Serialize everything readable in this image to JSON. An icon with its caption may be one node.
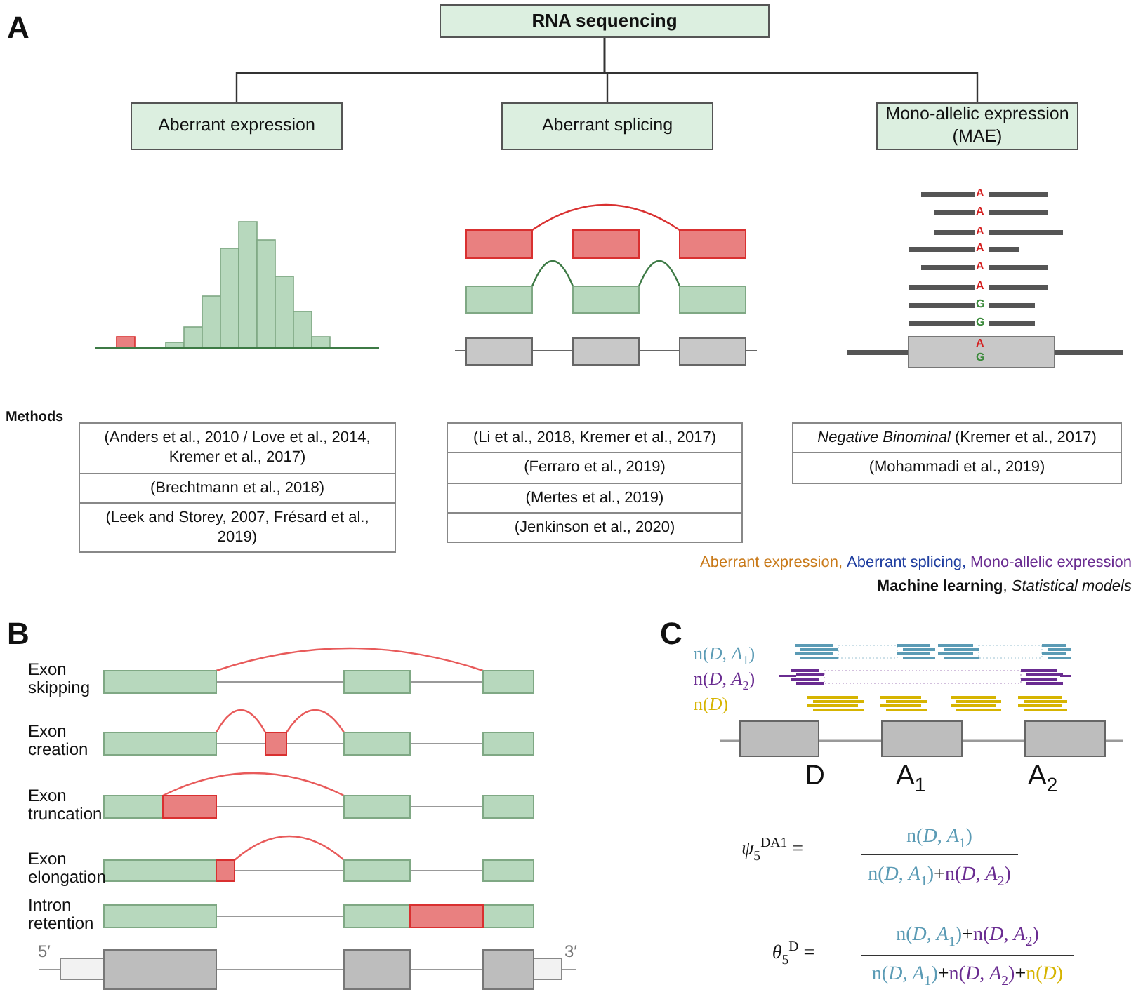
{
  "diagram": {
    "nodes": [
      {
        "text": [
          "RNA sequencing"
        ]
      },
      {
        "text": [
          "Aberrant expression"
        ]
      },
      {
        "text": [
          "Aberrant splicing"
        ]
      },
      {
        "text": [
          "Mono-allelic expression (MAE)"
        ]
      }
    ],
    "edges": [
      {
        "from": 0,
        "to": 1,
        "arrow": "none"
      },
      {
        "from": 0,
        "to": 2,
        "arrow": "none"
      },
      {
        "from": 0,
        "to": 3,
        "arrow": "none"
      }
    ],
    "labels": [
      "A",
      "A",
      "A",
      "A",
      "A",
      "A",
      "A",
      "G",
      "G",
      "A",
      "G",
      "Methods",
      "(Anders et al., 2010 / Love et al., 2014, Kremer et al., 2017)",
      "(Brechtmann et al., 2018)",
      "(Leek and Storey, 2007, Frésard et al., 2019)",
      "(Li et al., 2018, Kremer et al., 2017)",
      "(Ferraro et al., 2019)",
      "(Mertes et al., 2019)",
      "(Jenkinson et al., 2020)",
      "*Negative Binominal* (Kremer et al., 2017)",
      "(Mohammadi et al., 2019)",
      "**Machine learning**, *Statistical models*",
      "B",
      "Exon skipping",
      "Exon creation",
      "Exon truncation",
      "Exon elongation",
      "Intron retention",
      "5′",
      "3′",
      "C",
      "n(*D*, *A*$_{1}$)",
      "n(*D*, *A*$_{2}$)",
      "n(*D*)",
      "D",
      "A$_{1}$",
      "A$_{2}$",
      "*ψ*$_{5}$$^{DA1}$ =",
      "n(*D*, *A*$_{1}$)",
      "n(*D*, *A*$_{1}$)",
      "+",
      "n(*D*, *A*$_{2}$)",
      "*θ*$_{5}$$^{D}$ =",
      "n(*D*, *A*$_{1}$)",
      "+",
      "n(*D*, *A*$_{2}$)",
      "n(*D*, *A*$_{1}$)",
      "+",
      "n(*D*, *A*$_{2}$)",
      "+",
      "n(*D*)"
    ],
    "legend": [
      {
        "text": "Aberrant expression,",
        "color": "#c97a1a"
      },
      {
        "text": "Aberrant splicing,",
        "color": "#1f3ea0"
      },
      {
        "text": "Mono-allelic expression",
        "color": "#6a2c91"
      }
    ]
  }
}
